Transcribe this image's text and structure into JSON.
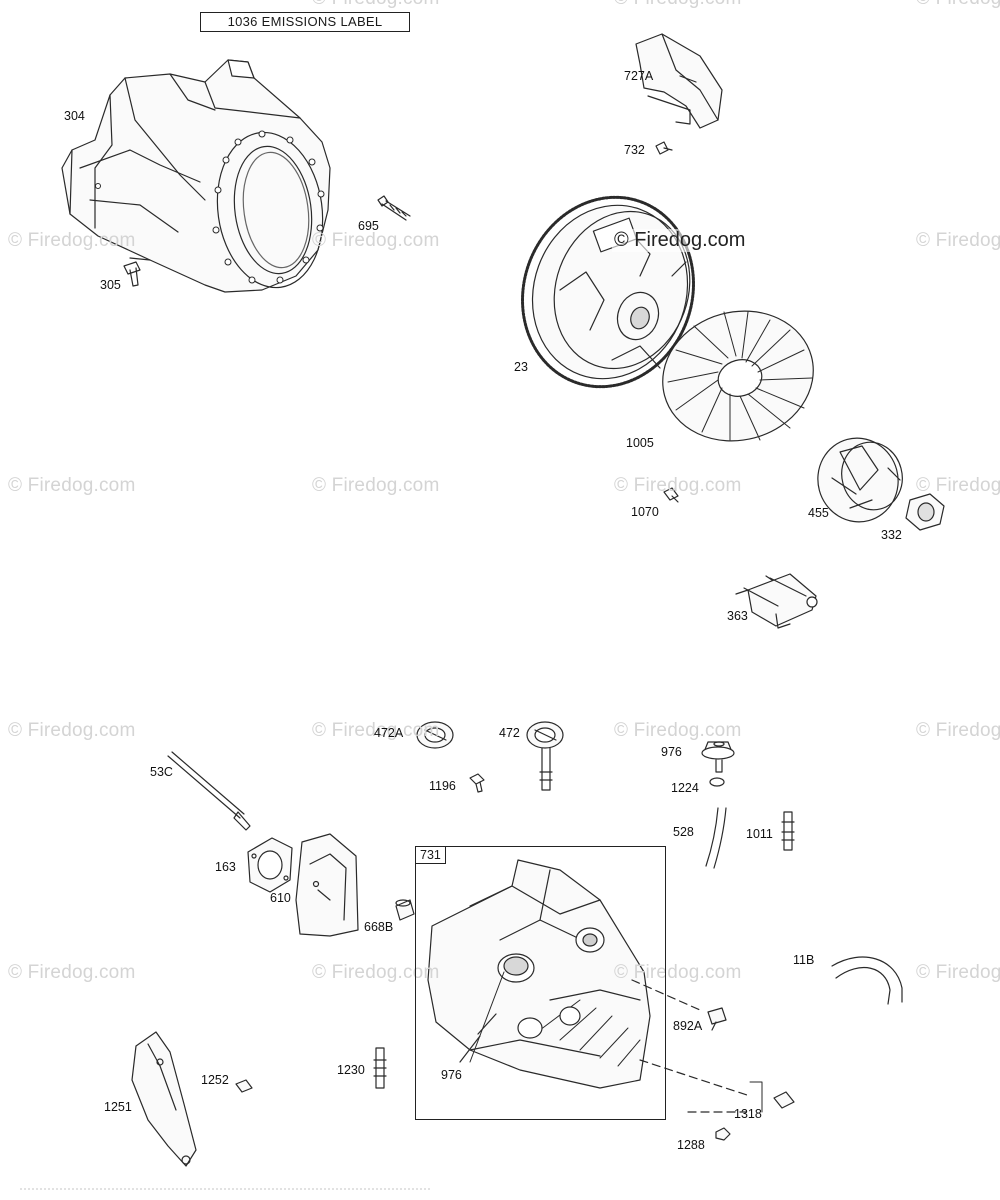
{
  "watermark": {
    "brand": "© Firedog.com",
    "tile": "© Firedog.com"
  },
  "emissions_box": {
    "label": "1036 EMISSIONS LABEL"
  },
  "kit_box": {
    "label": "731"
  },
  "parts": {
    "p304": "304",
    "p305": "305",
    "p695": "695",
    "p727a": "727A",
    "p732": "732",
    "p23": "23",
    "p1005": "1005",
    "p1070": "1070",
    "p455": "455",
    "p332": "332",
    "p363": "363",
    "p472a": "472A",
    "p472": "472",
    "p1196": "1196",
    "p976_top": "976",
    "p1224": "1224",
    "p53c": "53C",
    "p528": "528",
    "p1011": "1011",
    "p163": "163",
    "p610": "610",
    "p668b": "668B",
    "p11b": "11B",
    "p976_in": "976",
    "p892a": "892A",
    "p1252": "1252",
    "p1230": "1230",
    "p1251": "1251",
    "p1318": "1318",
    "p1288": "1288"
  }
}
